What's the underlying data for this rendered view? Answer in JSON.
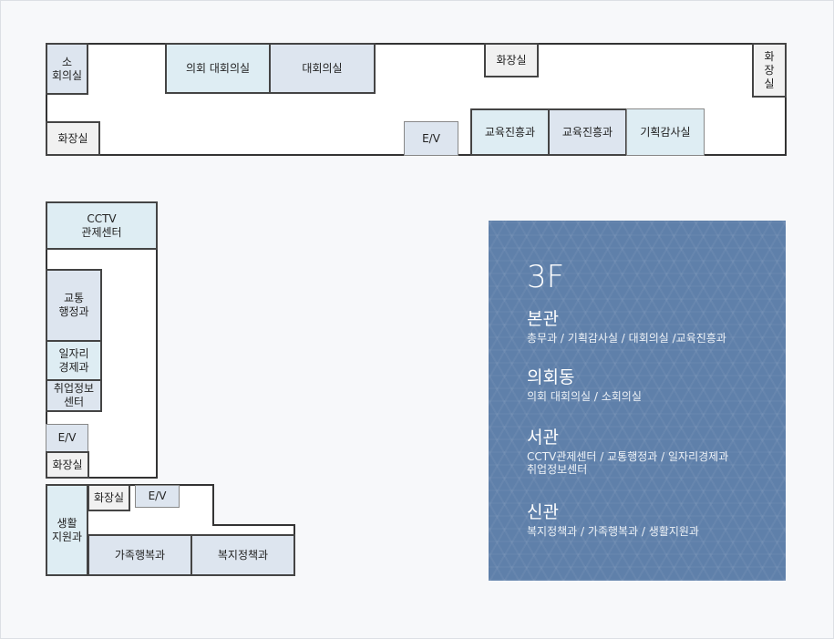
{
  "floor": "3F",
  "rooms": {
    "small_conf": "소\n회의실",
    "council_conf": "의회 대회의실",
    "main_conf": "대회의실",
    "toilet": "화장실",
    "toilet_v": "화\n장\n실",
    "ev": "E/V",
    "edu1": "교육진흥과",
    "edu2": "교육진흥과",
    "audit": "기획감사실",
    "cctv": "CCTV\n관제센터",
    "traffic": "교통\n행정과",
    "jobs": "일자리\n경제과",
    "employ": "취업정보\n센터",
    "life": "생활\n지원과",
    "family": "가족행복과",
    "welfare": "복지정책과"
  },
  "legend": [
    {
      "title": "본관",
      "desc": "총무과 / 기획감사실 / 대회의실 /교육진흥과"
    },
    {
      "title": "의회동",
      "desc": "의회 대회의실 / 소회의실"
    },
    {
      "title": "서관",
      "desc": "CCTV관제센터 / 교통행정과 / 일자리경제과\n취업정보센터"
    },
    {
      "title": "신관",
      "desc": "복지정책과 / 가족행복과 / 생활지원과"
    }
  ]
}
